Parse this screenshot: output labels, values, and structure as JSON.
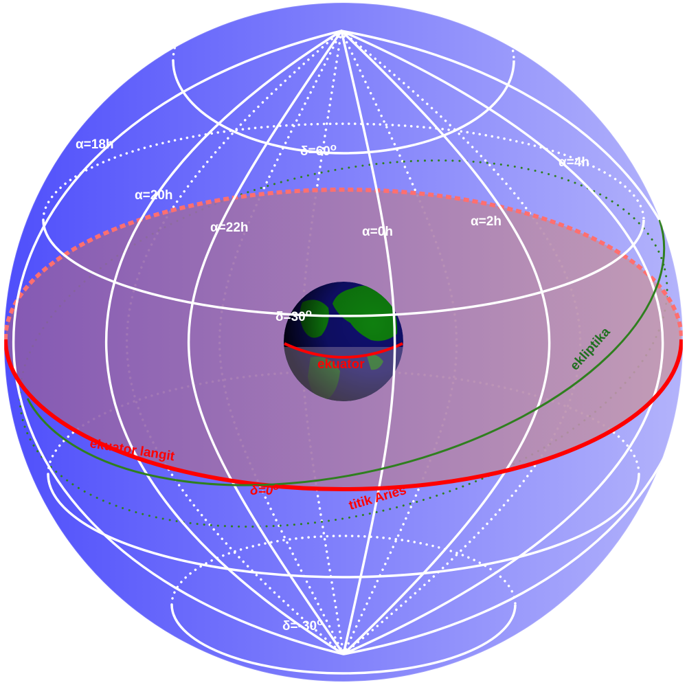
{
  "colors": {
    "sphere_left": "#4f4ffb",
    "sphere_right": "#b3b3fb",
    "grid": "#ffffff",
    "equator": "#ff0000",
    "equator_dashed": "#ff6f6f",
    "ecliptic": "#2f7f1f",
    "ecliptic_label": "#1f6f1f",
    "equator_plane_left": "#8a5aac",
    "equator_plane_right": "#c59aae",
    "earth_ocean": "#101070",
    "earth_land": "#0f7f0f"
  },
  "labels": {
    "ra_18h": "α=18h",
    "ra_20h": "α=20h",
    "ra_22h": "α=22h",
    "ra_0h": "α=0h",
    "ra_2h": "α=2h",
    "ra_4h": "α=4h",
    "dec_60": "δ=60",
    "dec_30": "δ=30",
    "dec_0": "δ=0",
    "dec_m30": "δ=-30",
    "degree_symbol": "o",
    "earth_equator": "ekuator",
    "celestial_equator": "ekuator langit",
    "aries_point": "titik Aries",
    "ecliptic": "ekliptika"
  }
}
